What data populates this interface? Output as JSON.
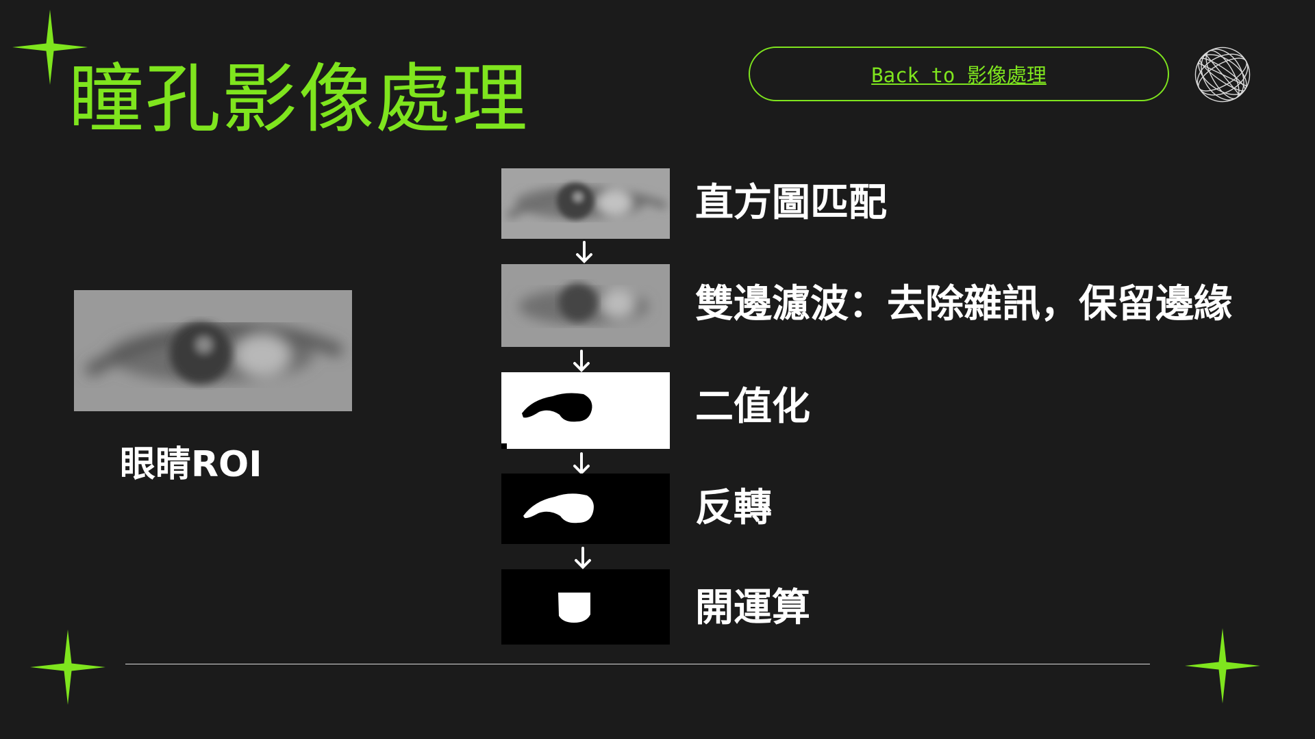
{
  "page": {
    "title": "瞳孔影像處理"
  },
  "nav": {
    "back_label": "Back to 影像處理"
  },
  "roi": {
    "label": "眼睛ROI"
  },
  "steps": [
    {
      "label": "直方圖匹配",
      "image": "eye-histogram-matched"
    },
    {
      "label": "雙邊濾波：去除雜訊，保留邊緣",
      "image": "eye-bilateral-filtered"
    },
    {
      "label": "二值化",
      "image": "pupil-binarized"
    },
    {
      "label": "反轉",
      "image": "pupil-inverted"
    },
    {
      "label": "開運算",
      "image": "pupil-opened"
    }
  ],
  "colors": {
    "accent": "#7fe51e",
    "background": "#1b1b1b",
    "text": "#ffffff"
  },
  "icons": [
    "sparkle-icon",
    "wireframe-globe-icon",
    "down-arrow-icon"
  ]
}
